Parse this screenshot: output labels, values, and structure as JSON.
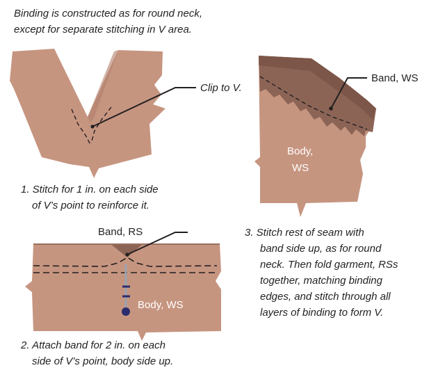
{
  "colors": {
    "fabric": "#c69580",
    "fabric_shadow": "#b07f6a",
    "band": "#8c6455",
    "band_dark": "#6f4b3e",
    "pin_head": "#2c2c6e",
    "pin_shaft": "#9aa3b0",
    "text": "#231f20"
  },
  "intro": {
    "line1": "Binding is constructed as for round neck,",
    "line2": "except for separate stitching in V area."
  },
  "step1": {
    "callout": "Clip to V.",
    "caption_line1": "1. Stitch for 1 in. on each side",
    "caption_line2": "of V’s point to reinforce it."
  },
  "step2": {
    "band_label": "Band, RS",
    "body_label": "Body, WS",
    "caption_line1": "2. Attach band for 2 in. on each",
    "caption_line2": "side of V’s point, body side up."
  },
  "step3": {
    "band_label": "Band, WS",
    "body_label_line1": "Body,",
    "body_label_line2": "WS",
    "caption_lines": [
      "3. Stitch rest of seam with",
      "band side up, as for round",
      "neck. Then fold garment, RSs",
      "together, matching binding",
      "edges, and stitch through all",
      "layers of binding to form V."
    ]
  }
}
